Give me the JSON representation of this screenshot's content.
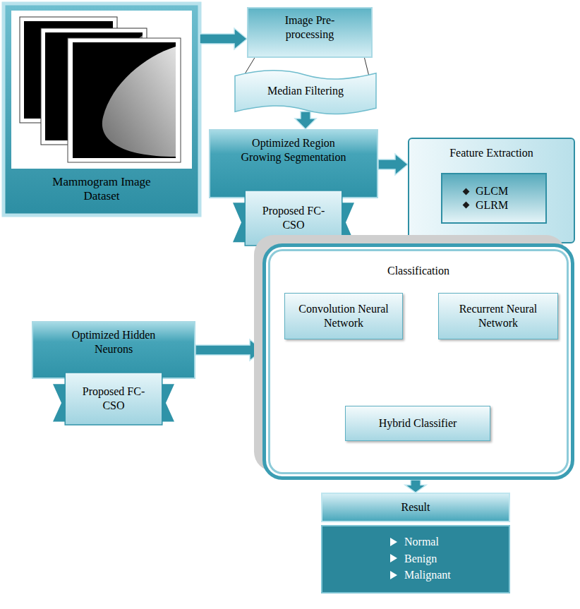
{
  "diagram": {
    "nodes": [
      {
        "text": [
          "Mammogram Image Dataset"
        ]
      },
      {
        "text": [
          "Image Pre-processing"
        ]
      },
      {
        "text": [
          "Median Filtering"
        ]
      },
      {
        "text": [
          "Optimized Region Growing Segmentation"
        ]
      },
      {
        "text": [
          "Proposed FC-CSO"
        ]
      },
      {
        "text": [
          "Feature Extraction"
        ]
      },
      {
        "text": [
          "GLCM",
          "GLRM"
        ],
        "in": 5
      },
      {
        "text": [
          "Classification"
        ]
      },
      {
        "text": [
          "Convolution Neural Network"
        ],
        "in": 7
      },
      {
        "text": [
          "Recurrent Neural Network"
        ],
        "in": 7
      },
      {
        "text": [
          "Hybrid Classifier"
        ],
        "in": 7
      },
      {
        "text": [
          "Optimized Hidden Neurons"
        ]
      },
      {
        "text": [
          "Proposed FC-CSO"
        ]
      },
      {
        "text": [
          "Result",
          "Normal",
          "Benign",
          "Malignant"
        ]
      }
    ],
    "edges": [
      {
        "from": 0,
        "to": 1,
        "arrow": "to"
      },
      {
        "from": 2,
        "to": 3,
        "arrow": "to"
      },
      {
        "from": 3,
        "to": 5,
        "arrow": "to"
      },
      {
        "from": 4,
        "to": 8,
        "arrow": "to"
      },
      {
        "from": 5,
        "to": 9,
        "arrow": "to"
      },
      {
        "from": 8,
        "to": 10,
        "arrow": "to"
      },
      {
        "from": 9,
        "to": 10,
        "arrow": "to"
      },
      {
        "from": 11,
        "to": 7,
        "arrow": "to"
      },
      {
        "from": 7,
        "to": 13,
        "arrow": "to"
      }
    ]
  }
}
